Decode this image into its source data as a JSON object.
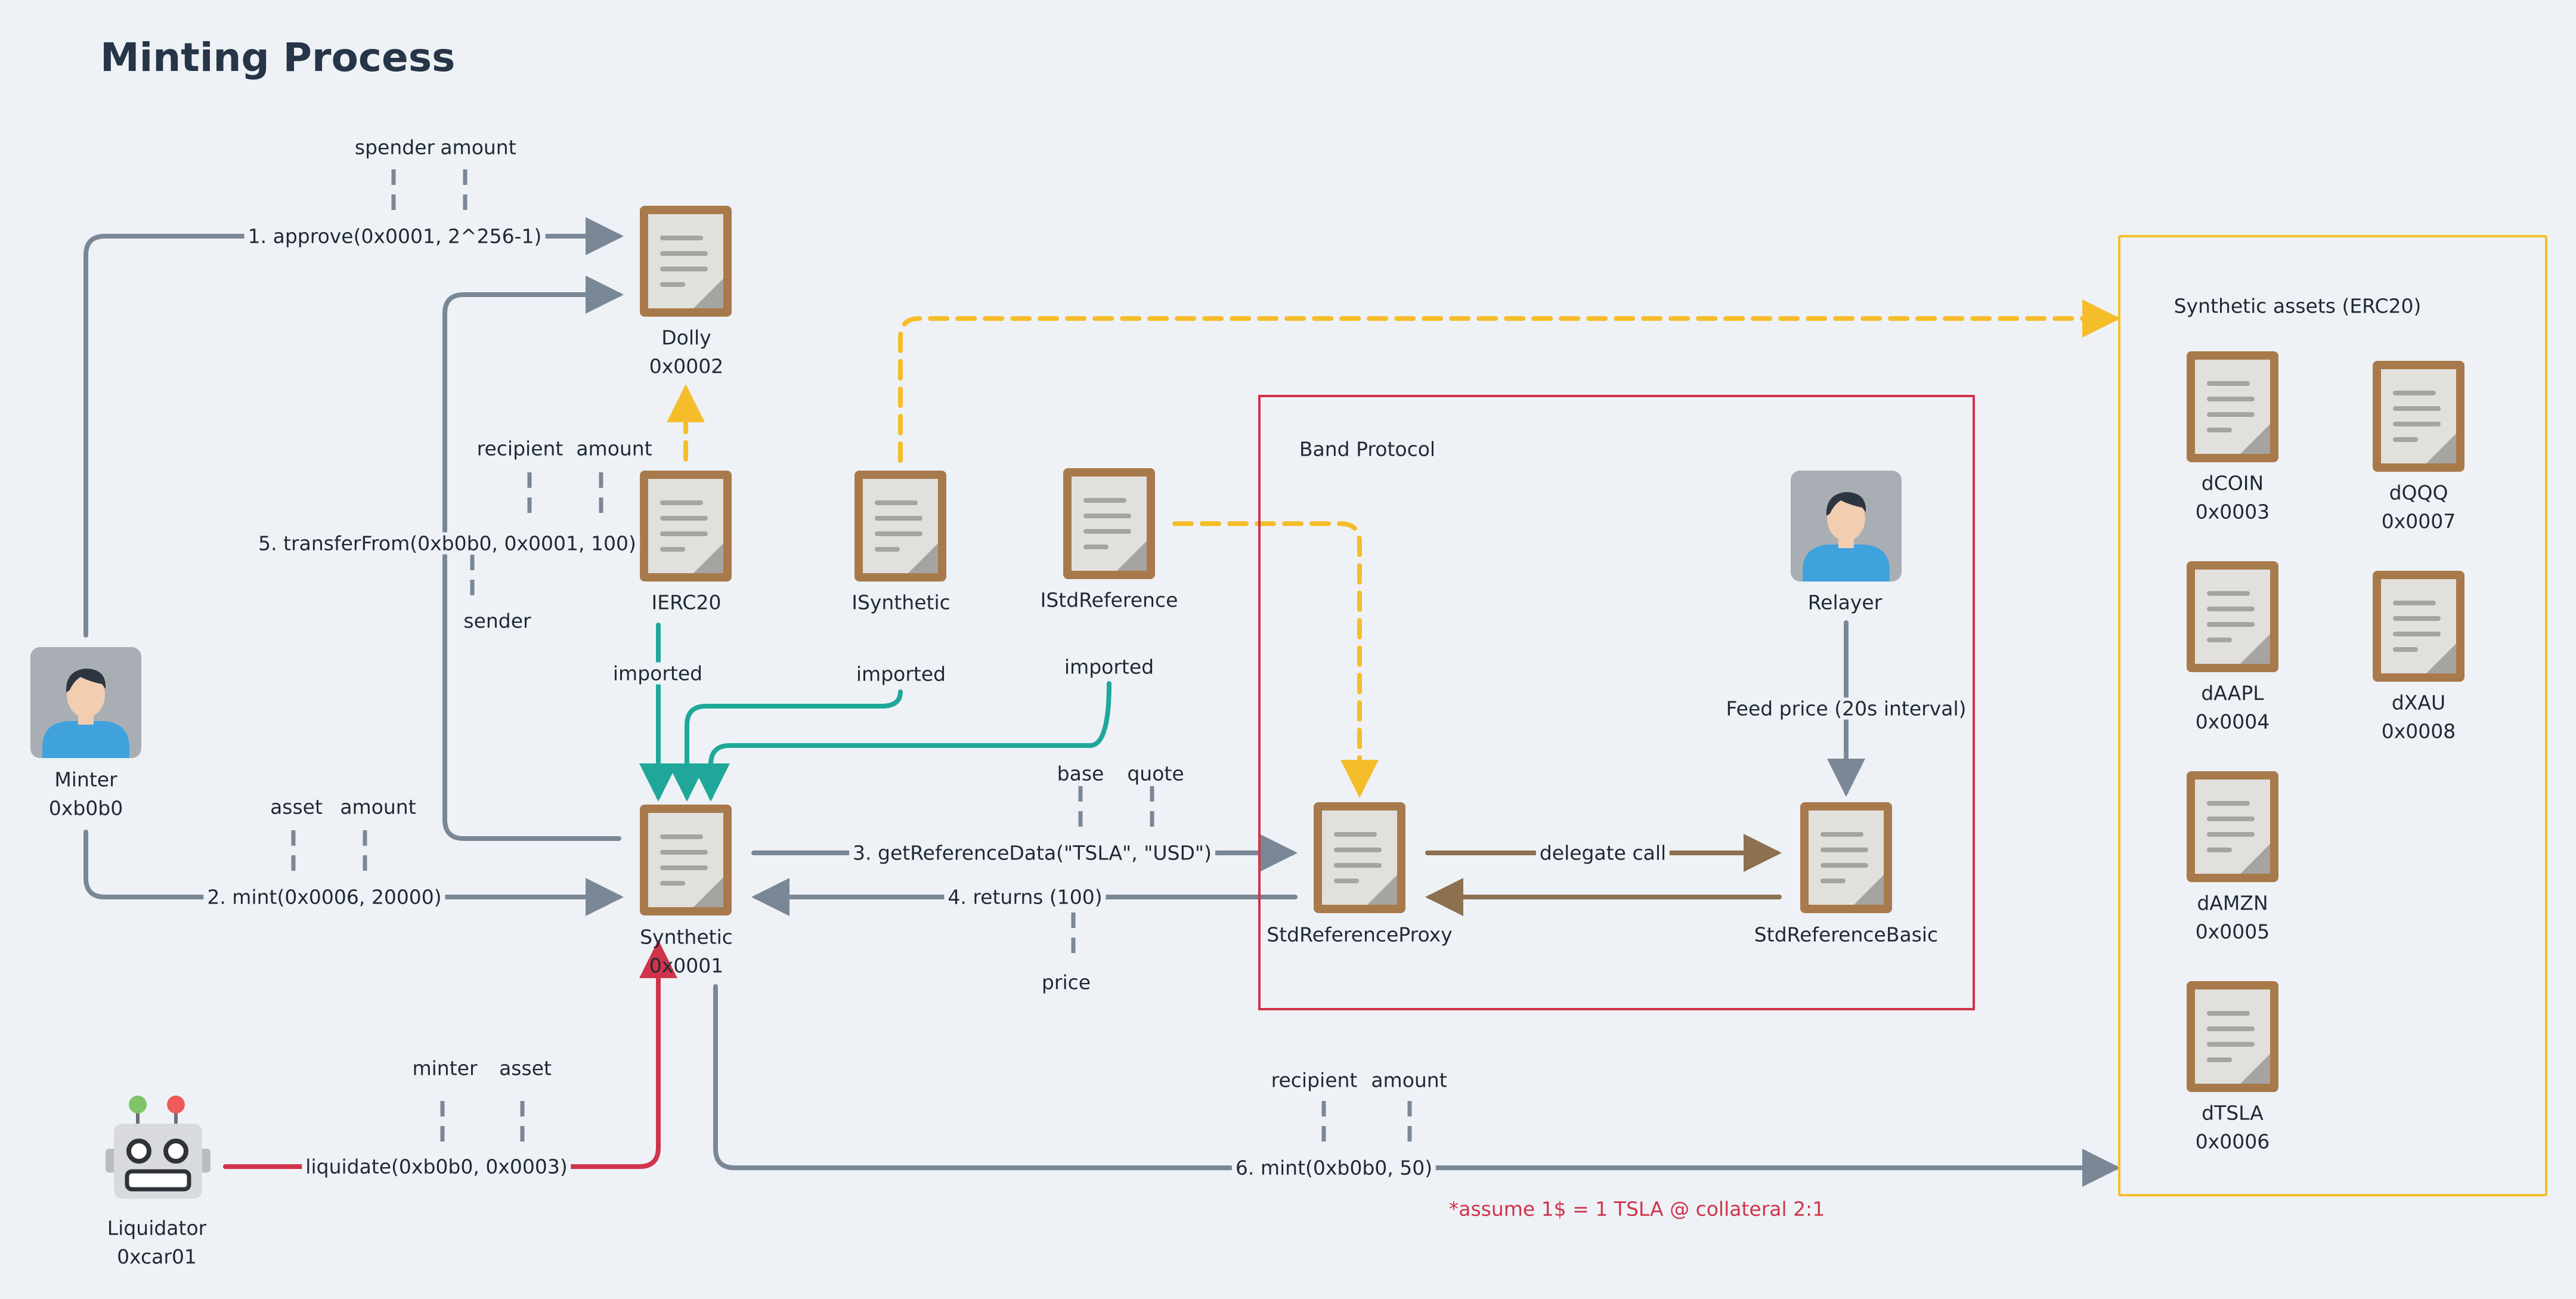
{
  "title": "Minting Process",
  "actors": {
    "minter": {
      "name": "Minter",
      "address": "0xb0b0"
    },
    "liquidator": {
      "name": "Liquidator",
      "address": "0xcar01"
    },
    "relayer": {
      "name": "Relayer"
    }
  },
  "contracts": {
    "dolly": {
      "name": "Dolly",
      "address": "0x0002"
    },
    "ierc20": {
      "name": "IERC20"
    },
    "isynthetic": {
      "name": "ISynthetic"
    },
    "istdreference": {
      "name": "IStdReference"
    },
    "synthetic": {
      "name": "Synthetic",
      "address": "0x0001"
    },
    "proxy": {
      "name": "StdReferenceProxy"
    },
    "basic": {
      "name": "StdReferenceBasic"
    }
  },
  "groups": {
    "band": "Band Protocol",
    "synthetic_assets": "Synthetic assets (ERC20)"
  },
  "assets": [
    {
      "name": "dCOIN",
      "address": "0x0003"
    },
    {
      "name": "dQQQ",
      "address": "0x0007"
    },
    {
      "name": "dAAPL",
      "address": "0x0004"
    },
    {
      "name": "dXAU",
      "address": "0x0008"
    },
    {
      "name": "dAMZN",
      "address": "0x0005"
    },
    {
      "name": "dTSLA",
      "address": "0x0006"
    }
  ],
  "calls": {
    "approve": "1. approve(0x0001, 2^256-1)",
    "mint": "2. mint(0x0006, 20000)",
    "get_reference": "3. getReferenceData(\"TSLA\", \"USD\")",
    "returns": "4. returns (100)",
    "transfer_from": "5. transferFrom(0xb0b0, 0x0001, 100)",
    "mint_dtsla": "6. mint(0xb0b0, 50)",
    "liquidate": "liquidate(0xb0b0, 0x0003)",
    "delegate": "delegate call",
    "feed": "Feed price (20s interval)",
    "imported": "imported"
  },
  "params": {
    "spender": "spender",
    "amount": "amount",
    "recipient": "recipient",
    "sender": "sender",
    "asset": "asset",
    "base": "base",
    "quote": "quote",
    "price": "price",
    "minter": "minter"
  },
  "note": "*assume 1$ = 1 TSLA @ collateral 2:1",
  "colors": {
    "gray": "#7a8796",
    "yellow": "#f5bd2a",
    "teal": "#1fa89a",
    "brown": "#8c7150",
    "red": "#d0344a",
    "doc_frame": "#a87a4b"
  },
  "icons": [
    "document-icon",
    "person-icon",
    "robot-icon"
  ]
}
